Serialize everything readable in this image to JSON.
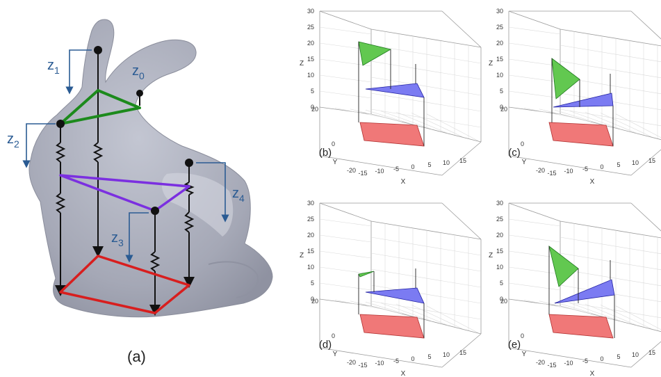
{
  "figure": {
    "bunny": {
      "caption": "(a)",
      "labels": {
        "z1": {
          "main": "z",
          "sub": "1"
        },
        "z0": {
          "main": "z",
          "sub": "0"
        },
        "z2": {
          "main": "z",
          "sub": "2"
        },
        "z3": {
          "main": "z",
          "sub": "3"
        },
        "z4": {
          "main": "z",
          "sub": "4"
        }
      },
      "colors": {
        "body": "#a9acb9",
        "green": "#1c8a1c",
        "purple": "#7b2fe0",
        "red": "#d81e1e",
        "label": "#2a5b93"
      }
    },
    "panels": [
      {
        "id": "b",
        "caption": "(b)"
      },
      {
        "id": "c",
        "caption": "(c)"
      },
      {
        "id": "d",
        "caption": "(d)"
      },
      {
        "id": "e",
        "caption": "(e)"
      }
    ],
    "axes": {
      "z_label": "Z",
      "y_label": "Y",
      "x_label": "X",
      "z_ticks": [
        "0",
        "5",
        "10",
        "15",
        "20",
        "25",
        "30"
      ],
      "y_ticks": [
        "20",
        "0",
        "-20"
      ],
      "x_ticks": [
        "-15",
        "-10",
        "-5",
        "0",
        "5",
        "10",
        "15"
      ]
    },
    "plot_colors": {
      "green_fill": "#62c850",
      "blue_fill": "#7b7bf2",
      "red_fill": "#f07878",
      "grid": "#d9d9d9"
    }
  }
}
